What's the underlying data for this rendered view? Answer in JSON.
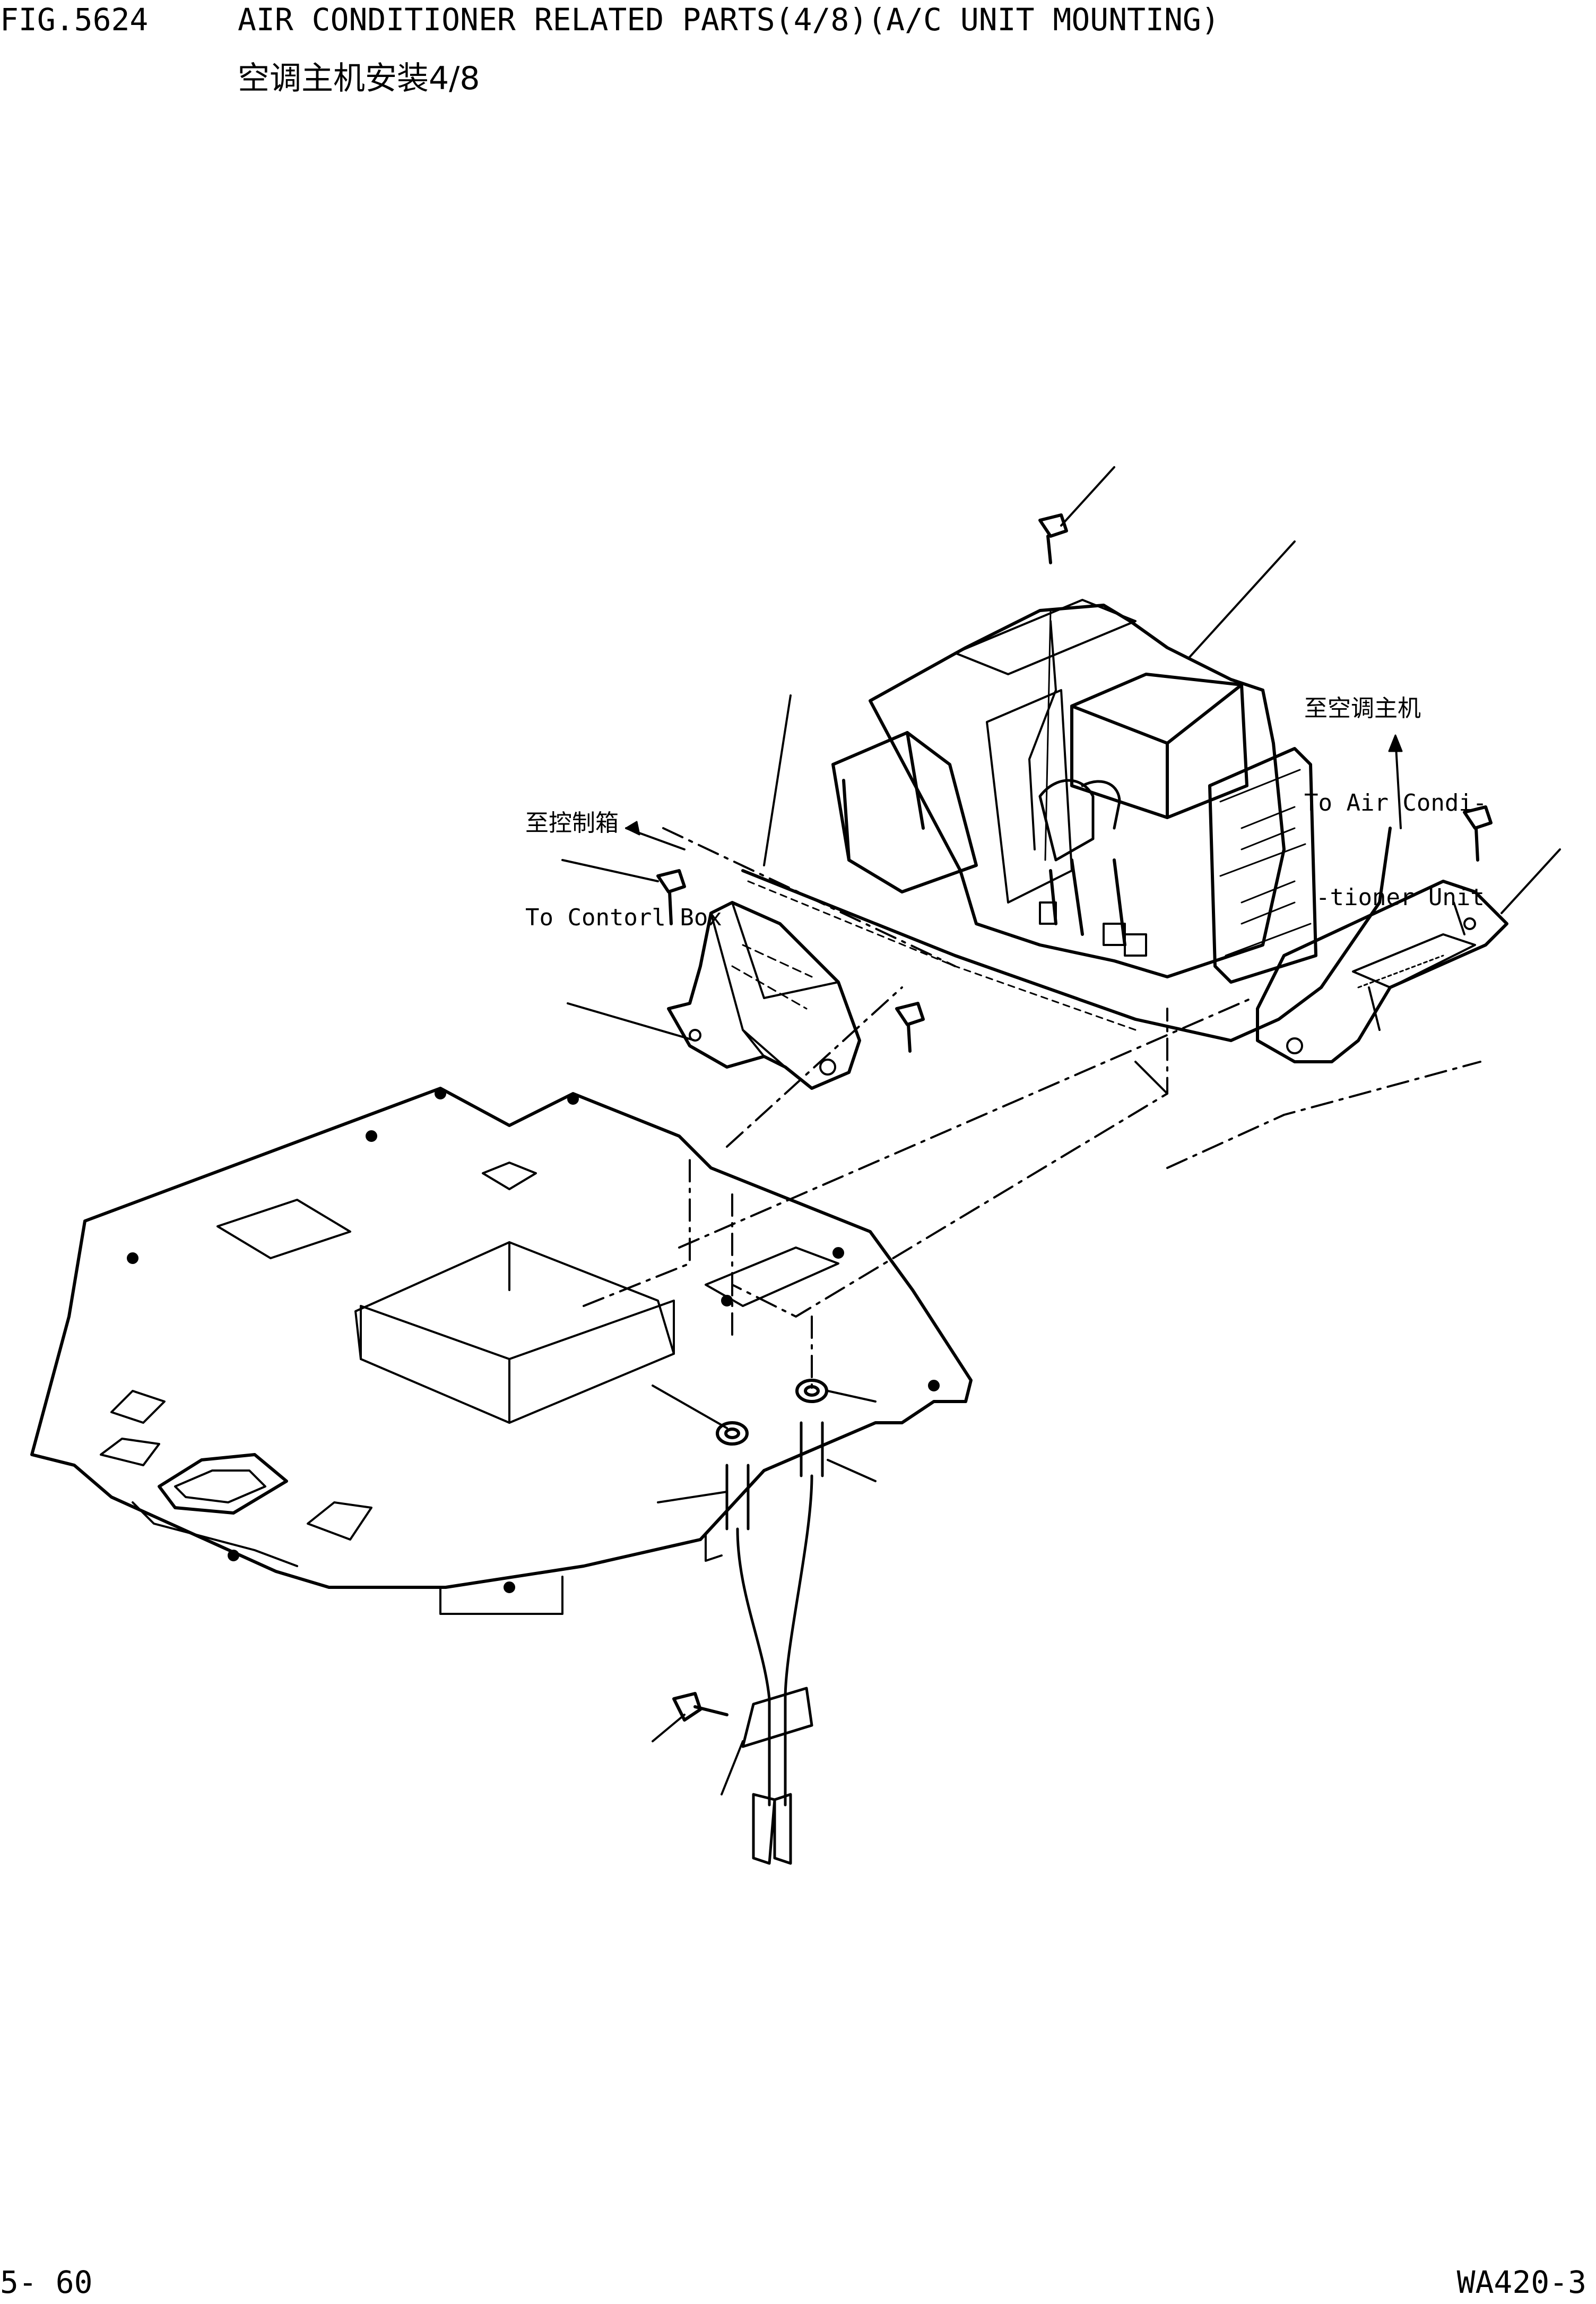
{
  "header": {
    "figure_number": "FIG.5624",
    "title": "AIR CONDITIONER RELATED PARTS(4/8)(A/C UNIT MOUNTING)",
    "subtitle": "空调主机安装4/8"
  },
  "callouts": {
    "control_box": {
      "zh": "至控制箱",
      "en": "To Contorl Box"
    },
    "ac_unit": {
      "zh": "至空调主机",
      "en_line1": "To Air Condi-",
      "en_line2": "-tioner Unit"
    }
  },
  "footer": {
    "page_number": "5- 60",
    "model": "WA420-3"
  }
}
